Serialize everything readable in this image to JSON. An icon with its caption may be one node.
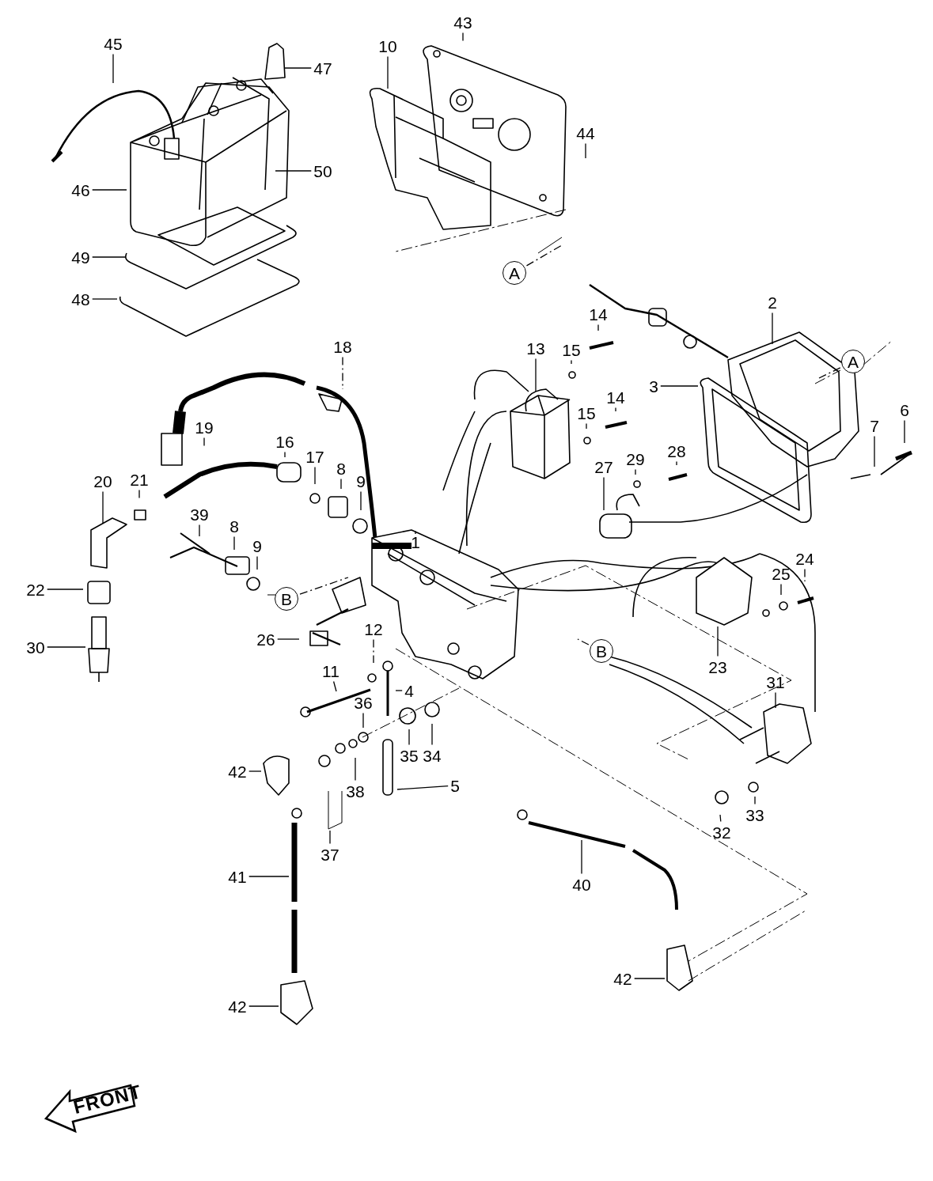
{
  "diagram": {
    "nodes": [
      {
        "text": [
          "45"
        ]
      },
      {
        "text": [
          "43"
        ]
      },
      {
        "text": [
          "10"
        ]
      },
      {
        "text": [
          "47"
        ]
      },
      {
        "text": [
          "44"
        ]
      },
      {
        "text": [
          "50"
        ]
      },
      {
        "text": [
          "46"
        ]
      },
      {
        "text": [
          "49"
        ]
      },
      {
        "text": [
          "48"
        ]
      },
      {
        "text": [
          "A"
        ]
      },
      {
        "text": [
          "2"
        ]
      },
      {
        "text": [
          "18"
        ]
      },
      {
        "text": [
          "13"
        ]
      },
      {
        "text": [
          "15"
        ]
      },
      {
        "text": [
          "14"
        ]
      },
      {
        "text": [
          "A"
        ]
      },
      {
        "text": [
          "3"
        ]
      },
      {
        "text": [
          "19"
        ]
      },
      {
        "text": [
          "15"
        ]
      },
      {
        "text": [
          "14"
        ]
      },
      {
        "text": [
          "6"
        ]
      },
      {
        "text": [
          "7"
        ]
      },
      {
        "text": [
          "29"
        ]
      },
      {
        "text": [
          "28"
        ]
      },
      {
        "text": [
          "27"
        ]
      },
      {
        "text": [
          "20"
        ]
      },
      {
        "text": [
          "21"
        ]
      },
      {
        "text": [
          "16"
        ]
      },
      {
        "text": [
          "17"
        ]
      },
      {
        "text": [
          "8"
        ]
      },
      {
        "text": [
          "9"
        ]
      },
      {
        "text": [
          "39"
        ]
      },
      {
        "text": [
          "8"
        ]
      },
      {
        "text": [
          "1"
        ]
      },
      {
        "text": [
          "9"
        ]
      },
      {
        "text": [
          "24"
        ]
      },
      {
        "text": [
          "25"
        ]
      },
      {
        "text": [
          "22"
        ]
      },
      {
        "text": [
          "B"
        ]
      },
      {
        "text": [
          "26"
        ]
      },
      {
        "text": [
          "30"
        ]
      },
      {
        "text": [
          "12"
        ]
      },
      {
        "text": [
          "B"
        ]
      },
      {
        "text": [
          "23"
        ]
      },
      {
        "text": [
          "31"
        ]
      },
      {
        "text": [
          "11"
        ]
      },
      {
        "text": [
          "4"
        ]
      },
      {
        "text": [
          "36"
        ]
      },
      {
        "text": [
          "34"
        ]
      },
      {
        "text": [
          "35"
        ]
      },
      {
        "text": [
          "42"
        ]
      },
      {
        "text": [
          "38"
        ]
      },
      {
        "text": [
          "5"
        ]
      },
      {
        "text": [
          "32"
        ]
      },
      {
        "text": [
          "33"
        ]
      },
      {
        "text": [
          "37"
        ]
      },
      {
        "text": [
          "41"
        ]
      },
      {
        "text": [
          "40"
        ]
      },
      {
        "text": [
          "42"
        ]
      },
      {
        "text": [
          "42"
        ]
      }
    ],
    "edges": [
      {
        "from": 0,
        "to": null,
        "arrow": "none"
      },
      {
        "from": 1,
        "to": null,
        "arrow": "none",
        "style": "dashed"
      },
      {
        "from": 2,
        "to": null,
        "arrow": "none"
      },
      {
        "from": 3,
        "to": null,
        "arrow": "none"
      },
      {
        "from": 4,
        "to": null,
        "arrow": "none"
      },
      {
        "from": 5,
        "to": null,
        "arrow": "none"
      },
      {
        "from": 6,
        "to": null,
        "arrow": "none"
      },
      {
        "from": 7,
        "to": null,
        "arrow": "none"
      },
      {
        "from": 8,
        "to": null,
        "arrow": "none"
      },
      {
        "from": 9,
        "to": null,
        "arrow": "none",
        "style": "dashed"
      },
      {
        "from": 10,
        "to": null,
        "arrow": "none"
      },
      {
        "from": 11,
        "to": null,
        "arrow": "none",
        "style": "dashed"
      },
      {
        "from": 12,
        "to": null,
        "arrow": "none"
      },
      {
        "from": 13,
        "to": null,
        "arrow": "none"
      },
      {
        "from": 14,
        "to": null,
        "arrow": "none"
      },
      {
        "from": 15,
        "to": null,
        "arrow": "none",
        "style": "dashed"
      },
      {
        "from": 16,
        "to": null,
        "arrow": "none"
      },
      {
        "from": 17,
        "to": null,
        "arrow": "none",
        "style": "dashed"
      },
      {
        "from": 18,
        "to": null,
        "arrow": "none"
      },
      {
        "from": 19,
        "to": null,
        "arrow": "none"
      },
      {
        "from": 20,
        "to": null,
        "arrow": "none"
      },
      {
        "from": 21,
        "to": null,
        "arrow": "none"
      },
      {
        "from": 22,
        "to": null,
        "arrow": "none"
      },
      {
        "from": 23,
        "to": null,
        "arrow": "none",
        "style": "dashed"
      },
      {
        "from": 24,
        "to": null,
        "arrow": "none"
      },
      {
        "from": 25,
        "to": null,
        "arrow": "none"
      },
      {
        "from": 26,
        "to": null,
        "arrow": "none",
        "style": "dashed"
      },
      {
        "from": 27,
        "to": null,
        "arrow": "none"
      },
      {
        "from": 28,
        "to": null,
        "arrow": "none"
      },
      {
        "from": 29,
        "to": null,
        "arrow": "none"
      },
      {
        "from": 30,
        "to": null,
        "arrow": "none"
      },
      {
        "from": 31,
        "to": null,
        "arrow": "none"
      },
      {
        "from": 32,
        "to": null,
        "arrow": "none"
      },
      {
        "from": 33,
        "to": null,
        "arrow": "none"
      },
      {
        "from": 34,
        "to": null,
        "arrow": "none"
      },
      {
        "from": 35,
        "to": null,
        "arrow": "none",
        "style": "dashed"
      },
      {
        "from": 36,
        "to": null,
        "arrow": "none"
      },
      {
        "from": 37,
        "to": null,
        "arrow": "none"
      },
      {
        "from": 38,
        "to": null,
        "arrow": "none",
        "style": "dashed"
      },
      {
        "from": 39,
        "to": null,
        "arrow": "none"
      },
      {
        "from": 40,
        "to": null,
        "arrow": "none"
      },
      {
        "from": 41,
        "to": null,
        "arrow": "none",
        "style": "dashed"
      },
      {
        "from": 42,
        "to": null,
        "arrow": "none",
        "style": "dashed"
      },
      {
        "from": 43,
        "to": null,
        "arrow": "none"
      },
      {
        "from": 44,
        "to": null,
        "arrow": "none"
      },
      {
        "from": 45,
        "to": null,
        "arrow": "none"
      },
      {
        "from": 46,
        "to": null,
        "arrow": "none"
      },
      {
        "from": 47,
        "to": null,
        "arrow": "none"
      },
      {
        "from": 48,
        "to": null,
        "arrow": "none"
      },
      {
        "from": 49,
        "to": null,
        "arrow": "none"
      },
      {
        "from": 50,
        "to": null,
        "arrow": "none"
      },
      {
        "from": 51,
        "to": null,
        "arrow": "none"
      },
      {
        "from": 52,
        "to": null,
        "arrow": "none"
      },
      {
        "from": 53,
        "to": null,
        "arrow": "none"
      },
      {
        "from": 54,
        "to": null,
        "arrow": "none",
        "style": "dashed"
      },
      {
        "from": 55,
        "to": null,
        "arrow": "none"
      },
      {
        "from": 56,
        "to": null,
        "arrow": "none"
      },
      {
        "from": 57,
        "to": null,
        "arrow": "none"
      },
      {
        "from": 58,
        "to": null,
        "arrow": "none"
      },
      {
        "from": 59,
        "to": null,
        "arrow": "none"
      }
    ],
    "labels": [
      "FRONT"
    ]
  }
}
